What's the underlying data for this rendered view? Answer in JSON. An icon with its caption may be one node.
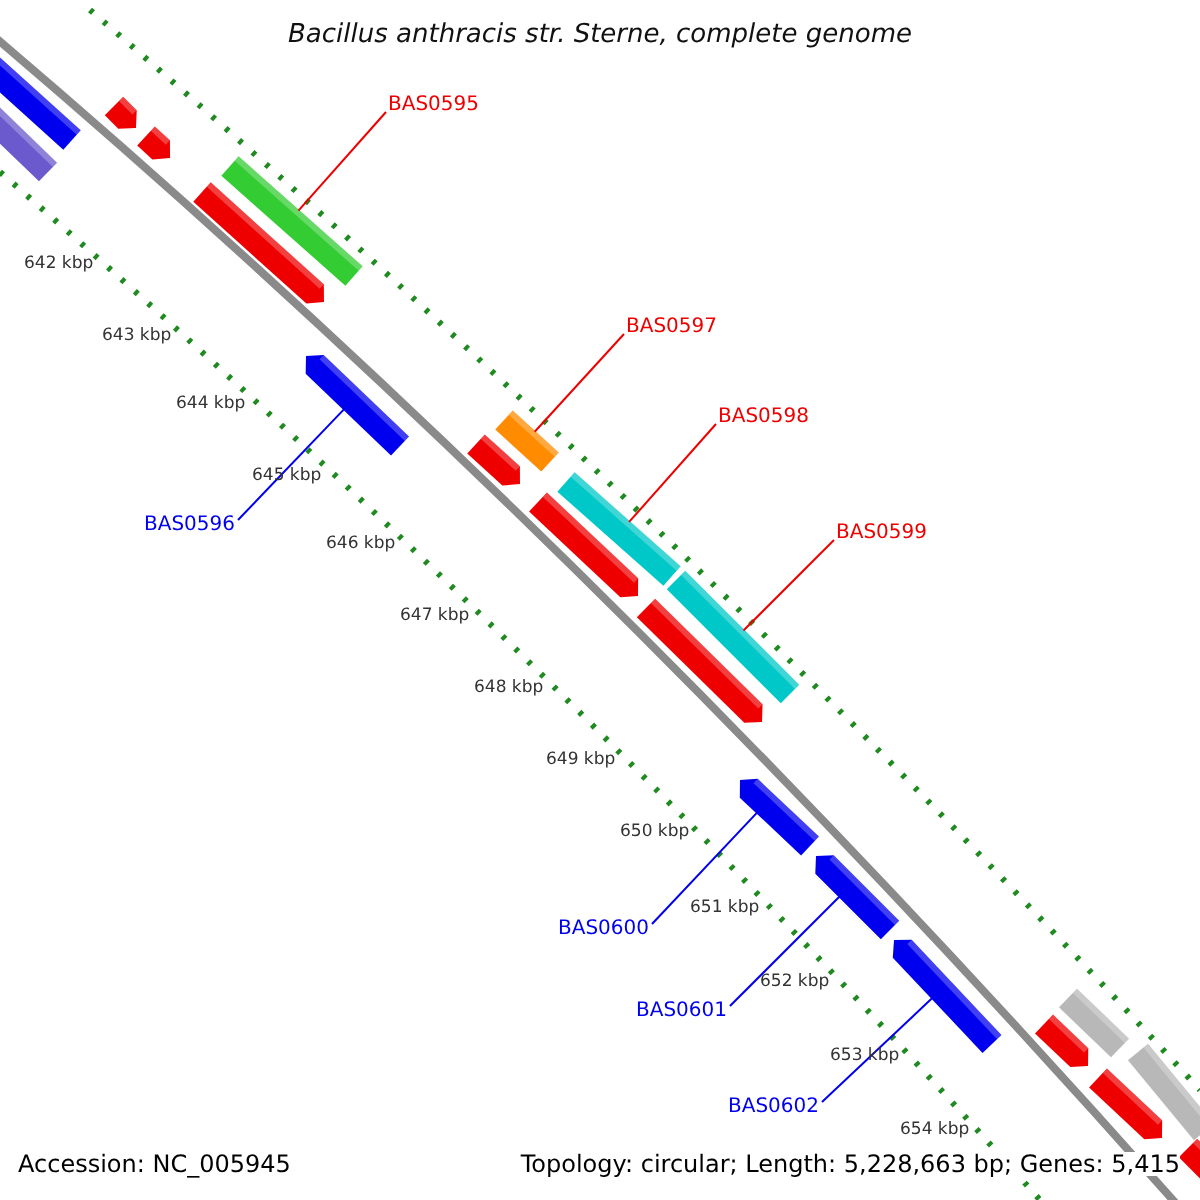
{
  "diagram": {
    "title": "Bacillus anthracis str. Sterne, complete genome",
    "nodes": [
      {
        "text": [
          "BAS0595"
        ]
      },
      {
        "text": [
          "BAS0596"
        ]
      },
      {
        "text": [
          "BAS0597"
        ]
      },
      {
        "text": [
          "BAS0598"
        ]
      },
      {
        "text": [
          "BAS0599"
        ]
      },
      {
        "text": [
          "BAS0600"
        ]
      },
      {
        "text": [
          "BAS0601"
        ]
      },
      {
        "text": [
          "BAS0602"
        ]
      },
      {
        "text": [],
        "shape": "bar"
      },
      {
        "text": [],
        "shape": "pentagon"
      },
      {
        "text": [],
        "shape": "bar"
      },
      {
        "text": [],
        "shape": "pentagon"
      },
      {
        "text": [],
        "shape": "bar"
      },
      {
        "text": [],
        "shape": "pentagon"
      },
      {
        "text": [],
        "shape": "pentagon"
      },
      {
        "text": [],
        "shape": "bar"
      },
      {
        "text": [],
        "shape": "pentagon"
      },
      {
        "text": [],
        "shape": "bar"
      },
      {
        "text": [],
        "shape": "pentagon"
      },
      {
        "text": [],
        "shape": "bar"
      },
      {
        "text": [],
        "shape": "pentagon"
      },
      {
        "text": [],
        "shape": "pentagon"
      },
      {
        "text": [],
        "shape": "pentagon"
      },
      {
        "text": [],
        "shape": "pentagon"
      },
      {
        "text": [],
        "shape": "bar"
      },
      {
        "text": [],
        "shape": "pentagon"
      },
      {
        "text": [],
        "shape": "pentagon"
      },
      {
        "text": [],
        "shape": "bar"
      },
      {
        "text": [],
        "shape": "pentagon"
      }
    ],
    "edges": [
      {
        "from": 0,
        "to": 12,
        "arrow": "none"
      },
      {
        "from": 1,
        "to": 14,
        "arrow": "none",
        "color": "#0000ee"
      },
      {
        "from": 2,
        "to": 15,
        "arrow": "none"
      },
      {
        "from": 3,
        "to": 17,
        "arrow": "none"
      },
      {
        "from": 4,
        "to": 19,
        "arrow": "none"
      },
      {
        "from": 5,
        "to": 21,
        "arrow": "none",
        "color": "#0000ee"
      },
      {
        "from": 6,
        "to": 22,
        "arrow": "none",
        "color": "#0000ee"
      },
      {
        "from": 7,
        "to": 23,
        "arrow": "none",
        "color": "#0000ee"
      }
    ],
    "labels": [
      "642 kbp",
      "643 kbp",
      "644 kbp",
      "645 kbp",
      "646 kbp",
      "647 kbp",
      "648 kbp",
      "649 kbp",
      "650 kbp",
      "651 kbp",
      "652 kbp",
      "653 kbp",
      "654 kbp",
      "Accession: NC_005945",
      "Topology: circular; Length: 5,228,663 bp; Genes: 5,415"
    ]
  }
}
